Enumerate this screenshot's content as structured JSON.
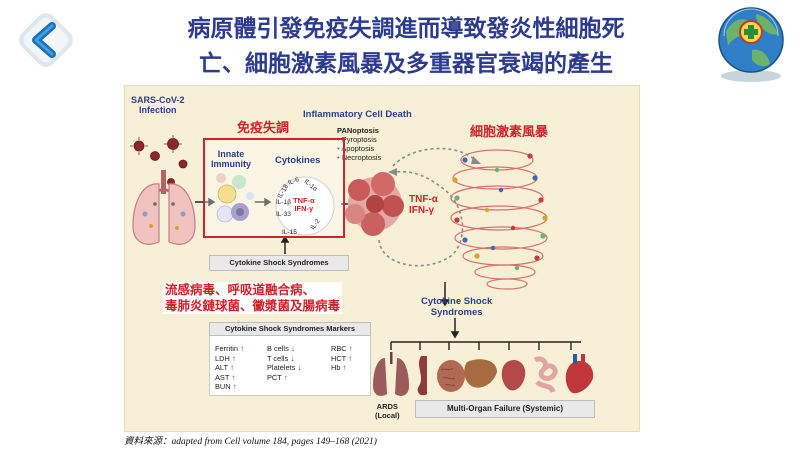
{
  "title_line1": "病原體引發免疫失調進而導致發炎性細胞死",
  "title_line2": "亡、細胞激素風暴及多重器官衰竭的產生",
  "figure": {
    "infection": [
      "SARS-CoV-2",
      "Infection"
    ],
    "inflammatory_cell_death": "Inflammatory Cell Death",
    "panoptosis": {
      "heading": "PANoptosis",
      "items": [
        "• Pyroptosis",
        "• Apoptosis",
        "• Necroptosis"
      ]
    },
    "label_immune_dysregulation": "免疫失調",
    "label_cytokine_storm": "細胞激素風暴",
    "innate_immunity": [
      "Innate",
      "Immunity"
    ],
    "cytokines": "Cytokines",
    "cytokine_ring": [
      "IL-1α",
      "IL-2",
      "IL-15",
      "IL-33",
      "IL-1β",
      "IL-18",
      "IL-6"
    ],
    "tnf_center": [
      "TNF-α",
      "IFN-γ"
    ],
    "tnf_main": [
      "TNF-α",
      "IFN-γ"
    ],
    "css_box": "Cytokine Shock Syndromes",
    "causes": [
      "流感病毒、呼吸道融合病、",
      "毒肺炎鏈球菌、黴漿菌及腸病毒"
    ],
    "css_right": [
      "Cytokine Shock",
      "Syndromes"
    ],
    "markers": {
      "title": "Cytokine Shock Syndromes Markers",
      "col1": [
        {
          "name": "Ferritin",
          "arrow": "↑"
        },
        {
          "name": "LDH",
          "arrow": "↑"
        },
        {
          "name": "ALT",
          "arrow": "↑"
        },
        {
          "name": "AST",
          "arrow": "↑"
        },
        {
          "name": "BUN",
          "arrow": "↑"
        }
      ],
      "col2": [
        {
          "name": "B cells",
          "arrow": "↓"
        },
        {
          "name": "T cells",
          "arrow": "↓"
        },
        {
          "name": "Platelets",
          "arrow": "↓"
        },
        {
          "name": "PCT",
          "arrow": "↑"
        }
      ],
      "col3": [
        {
          "name": "RBC",
          "arrow": "↑"
        },
        {
          "name": "HCT",
          "arrow": "↑"
        },
        {
          "name": "Hb",
          "arrow": "↑"
        }
      ]
    },
    "ards": [
      "ARDS",
      "(Local)"
    ],
    "mof": "Multi-Organ Failure (Systemic)"
  },
  "source": "資料來源：adapted from Cell volume 184, pages 149–168 (2021)",
  "icons": [
    "chevron-left-icon",
    "globe-logo-icon",
    "virus-icon",
    "lungs-icon",
    "immune-cell-icon",
    "cytokine-storm-cloud-icon",
    "spiral-storm-icon",
    "organ-icon"
  ],
  "colors": {
    "title": "#2d3b8f",
    "accent_red": "#d2232a",
    "figure_bg": "#f8f0d6",
    "chevron": "#1d6fb8"
  }
}
